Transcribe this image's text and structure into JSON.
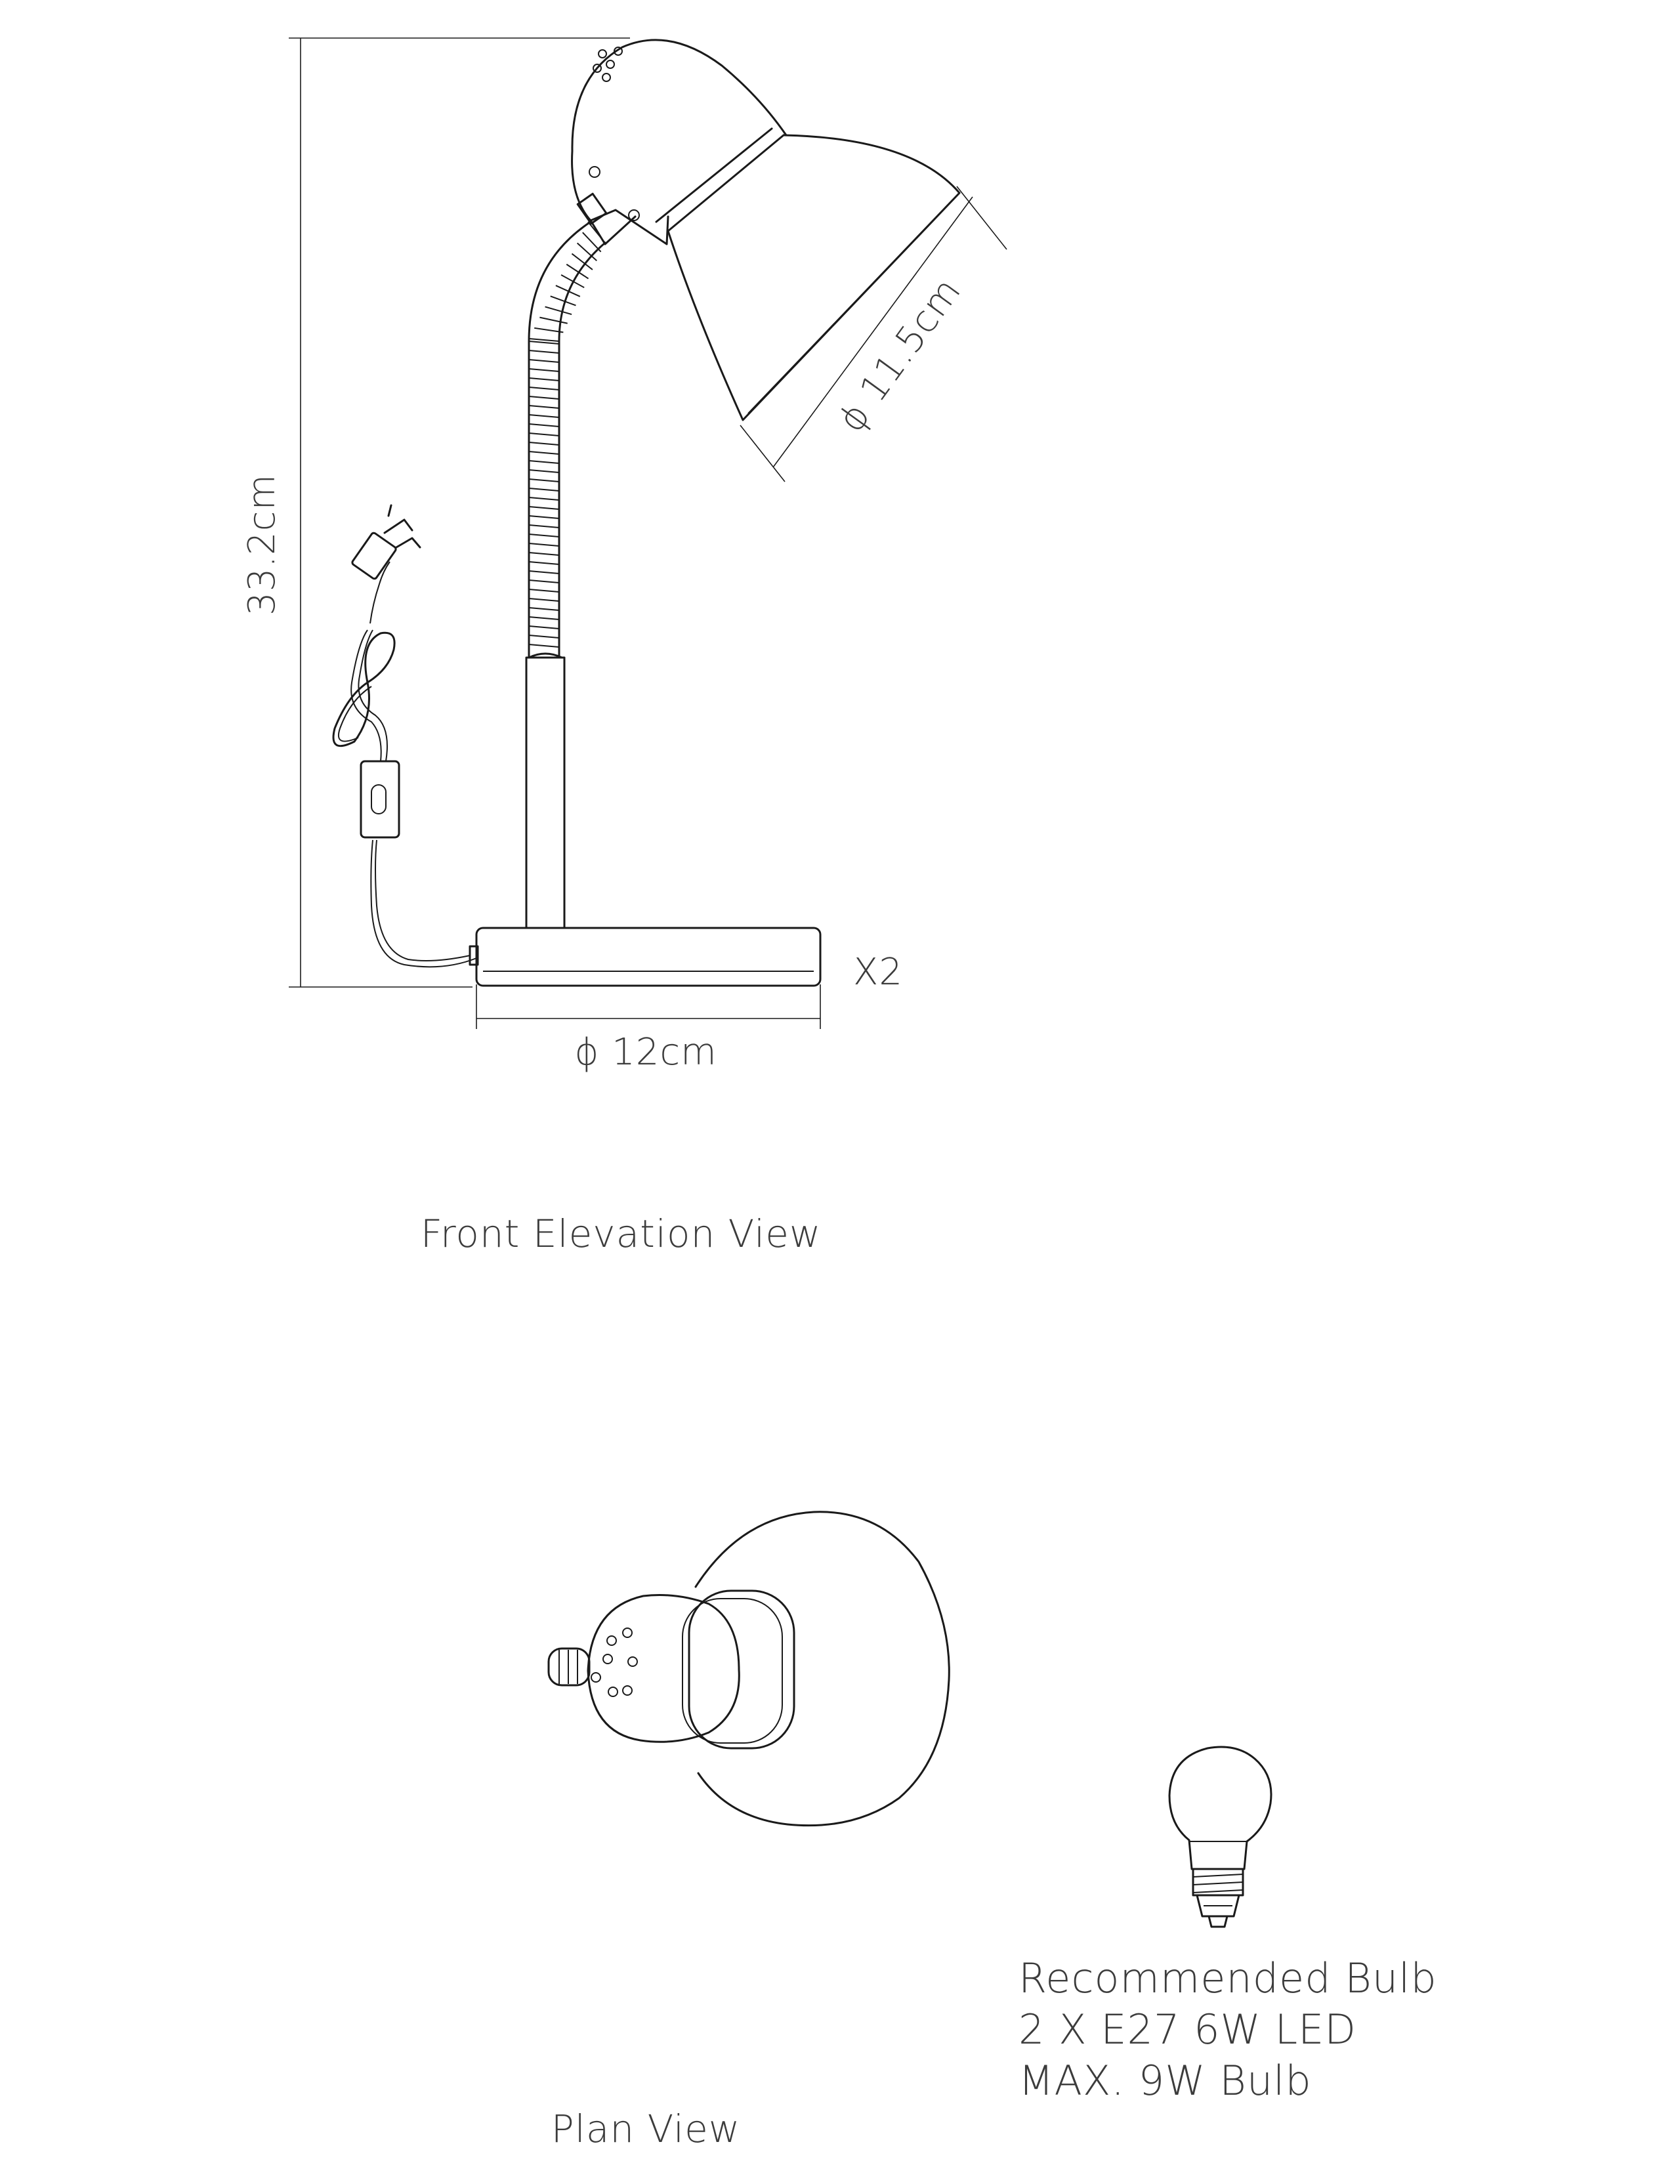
{
  "front_elevation": {
    "title": "Front Elevation View",
    "dim_height": "33.2cm",
    "dim_shade_diameter": "ϕ 11.5cm",
    "dim_base_diameter": "ϕ 12cm",
    "quantity": "X2"
  },
  "plan_view": {
    "title": "Plan View"
  },
  "bulb": {
    "line1": "Recommended  Bulb",
    "line2": "2 X E27 6W LED",
    "line3": "MAX. 9W Bulb"
  },
  "colors": {
    "line": "#1a1a1a",
    "text": "#3c3c3c",
    "background": "#ffffff"
  }
}
